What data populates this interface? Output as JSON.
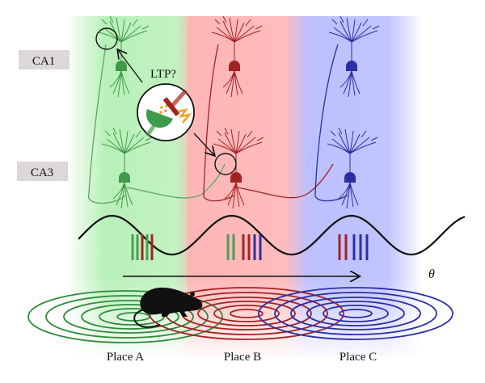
{
  "regions": [
    {
      "name": "CA1",
      "label": "CA1"
    },
    {
      "name": "CA3",
      "label": "CA3"
    }
  ],
  "ltp_label": "LTP?",
  "theta_label": "θ",
  "places": [
    {
      "label": "Place A",
      "color": "#2e8b3a",
      "band": "#b8f0b8"
    },
    {
      "label": "Place B",
      "color": "#a52222",
      "band": "#ffb5b5"
    },
    {
      "label": "Place C",
      "color": "#2b2fa6",
      "band": "#bcc0ff"
    }
  ],
  "colors": {
    "green": "#3f9a4a",
    "red": "#a52222",
    "blue": "#2b2fa6",
    "label_box": "#dcd8d8",
    "spike_orange": "#f0a020"
  },
  "theta_spikes": [
    [
      "green",
      "green",
      "red",
      "green",
      "red"
    ],
    [
      "green",
      "green",
      "red",
      "red",
      "blue",
      "blue"
    ],
    [
      "red",
      "red",
      "blue",
      "blue",
      "blue"
    ]
  ]
}
